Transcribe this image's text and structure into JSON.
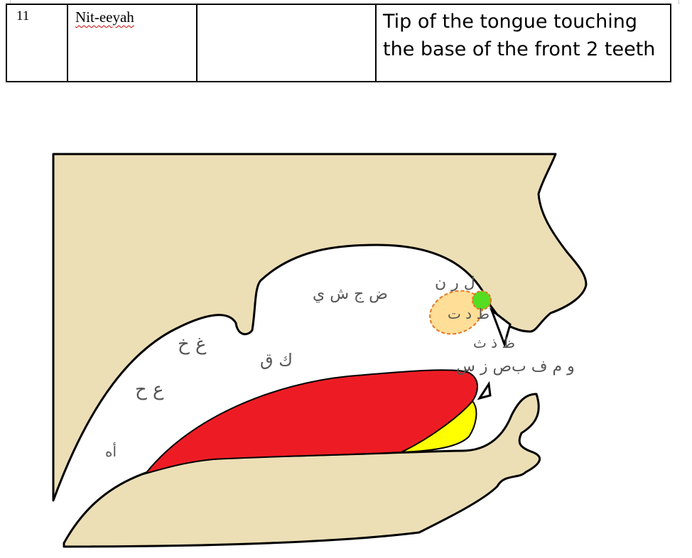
{
  "table_row": {
    "number": "11",
    "name": "Nit-eeyah",
    "empty_cell": "",
    "description": "Tip of the tongue touching the base of the front 2 teeth"
  },
  "diagram": {
    "labels": {
      "hamza_ha": "أه",
      "ain_haa": "ع ح",
      "ghain_khaa": "غ خ",
      "qaf_kaf": "ك ق",
      "dad_jeem_sheen_yaa": "ض ج ش ي",
      "lam_raa_noon": "ل ر ن",
      "taa_daal_taa": "ط د ت",
      "zaa_thaal_thaa": "ظ ذ ث",
      "saad_zaay_seen": "ص ز س",
      "waw_meem_faa_baa": "و م ف ب"
    },
    "colors": {
      "skin": "#ecdfb6",
      "tongue": "#ed1c24",
      "tongue_tip": "#ffff00",
      "highlight": "#ffde97",
      "highlight_border": "#e8761e",
      "contact_dot": "#55dd22"
    }
  }
}
